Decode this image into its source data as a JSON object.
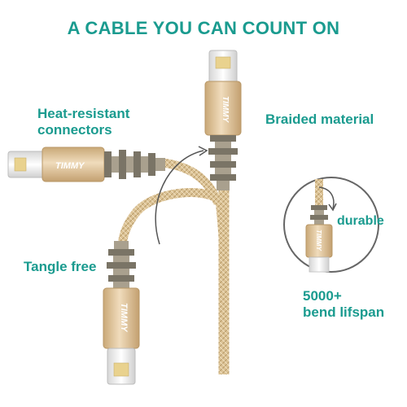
{
  "headline": "A CABLE YOU CAN COUNT ON",
  "features": {
    "heat_resistant_line1": "Heat-resistant",
    "heat_resistant_line2": "connectors",
    "braided": "Braided material",
    "tangle_free": "Tangle free",
    "durable": "durable",
    "bend_line1": "5000+",
    "bend_line2": "bend lifspan"
  },
  "brand": "TIMMY",
  "colors": {
    "accent_teal": "#1a9b8f",
    "gold_housing": "#d9bc93",
    "braid_gold": "#d8bf8f",
    "strain_relief": "#8c8474"
  },
  "icons": [
    "arrow-curved-icon",
    "magnifier-circle-icon",
    "lightning-connector-icon"
  ]
}
